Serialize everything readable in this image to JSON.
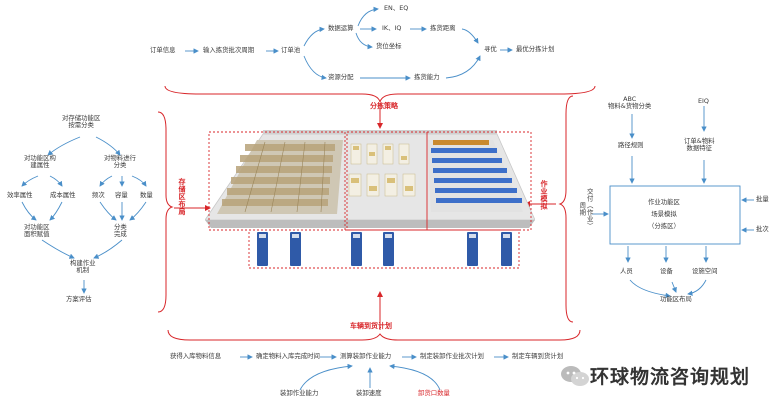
{
  "top": {
    "order_info": "订单信息",
    "input_batch": "输入拣货批次周期",
    "order_pool": "订单池",
    "data_analysis": "数据运算",
    "en_eq": "EN、EQ",
    "ik_iq": "IK、IQ",
    "goods_position": "货位坐标",
    "pick_distance": "拣货距离",
    "optimize": "寻优",
    "best_plan": "最优分拣计划",
    "resource_alloc": "资源分配",
    "pick_capacity": "拣货能力",
    "section_label": "分拣策略"
  },
  "left": {
    "title": "对存储功能区\n按需分类",
    "func_attr": "对功能区构\n建属性",
    "item_class": "对物料进行\n分类",
    "efficiency": "效率属性",
    "cost": "成本属性",
    "frequency": "频次",
    "volume": "容量",
    "quantity": "数量",
    "area_assign": "对功能区\n面积赋值",
    "class_done": "分类\n完成",
    "build_mech": "构建作业\n机制",
    "evaluate": "方案评估",
    "section_label": "存储区布局"
  },
  "right": {
    "abc": "ABC\n物料&货物分类",
    "eiq": "EIQ",
    "path_rule": "路径规则",
    "order_data": "订单&物料\n数据特征",
    "box_title": "作业功能区\n场景模拟\n（分拣区）",
    "cycle": "交付（作业）\n周期",
    "batch": "批量",
    "batch_count": "批次",
    "staff": "人员",
    "equipment": "设备",
    "space": "设施空间",
    "layout": "功能区布局",
    "section_label": "作业模拟"
  },
  "bottom": {
    "section_label": "车辆到货计划",
    "inbound_info": "获得入库物料信息",
    "confirm_time": "确定物料入库完成时间",
    "measure": "测算装卸作业能力",
    "set_batch": "制定装卸作业批次计划",
    "vehicle_plan": "制定车辆到货计划",
    "capacity": "装卸作业能力",
    "speed": "装卸速度",
    "dock_count": "卸货口数量"
  },
  "watermark": "环球物流咨询规划"
}
